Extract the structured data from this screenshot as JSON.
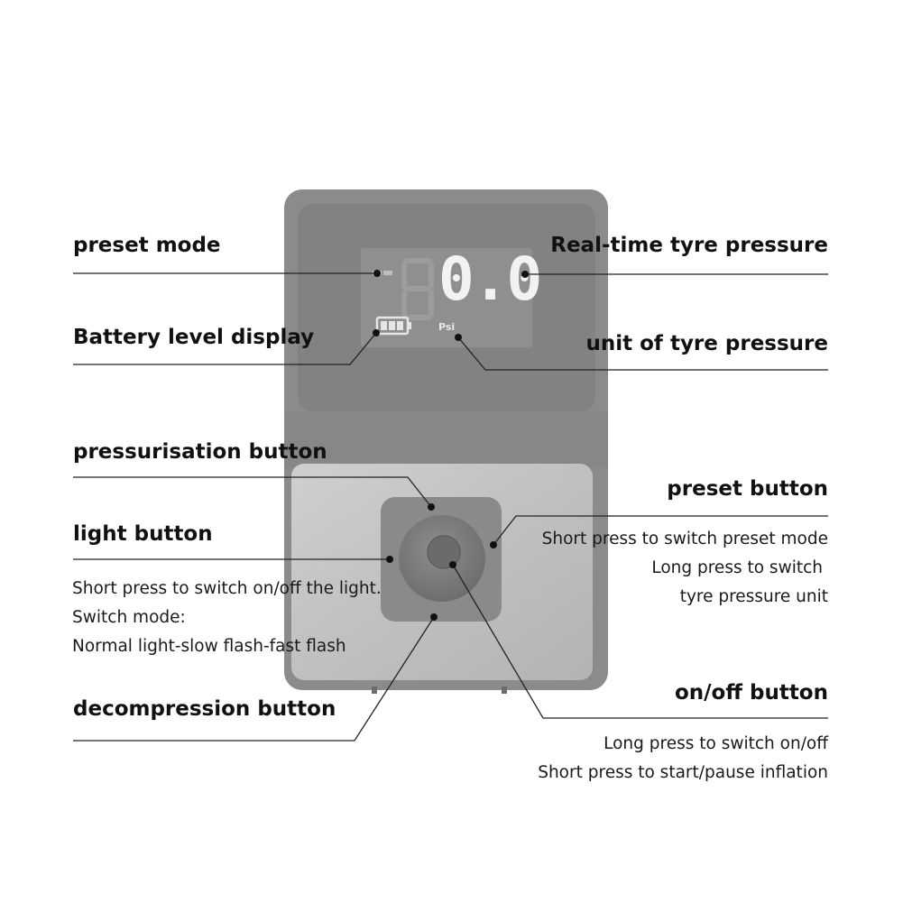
{
  "labels": {
    "preset_mode": "preset mode",
    "realtime_pressure": "Real-time tyre pressure",
    "battery_level": "Battery level display",
    "unit_pressure": "unit of tyre pressure",
    "pressurisation_button": "pressurisation button",
    "preset_button": "preset button",
    "light_button": "light button",
    "decompression_button": "decompression button",
    "onoff_button": "on/off button"
  },
  "notes": {
    "light": [
      "Short press to switch on/off the light.",
      "Switch mode:",
      "Normal light-slow flash-fast flash"
    ],
    "preset": [
      "Short press to switch preset mode",
      "Long press to switch",
      "tyre pressure unit"
    ],
    "onoff": [
      "Long press to switch on/off",
      "Short press to start/pause inflation"
    ]
  },
  "display": {
    "reading": "0.0",
    "ghost_digit": "8",
    "unit": "Psi"
  },
  "colors": {
    "body": "#8c8c8c",
    "panel": "#7f7f7f",
    "screen": "#8e8e8e",
    "lower_plate": "#c4c4c4",
    "button_square": "#8a8a8a",
    "leader_line": "#222222"
  }
}
